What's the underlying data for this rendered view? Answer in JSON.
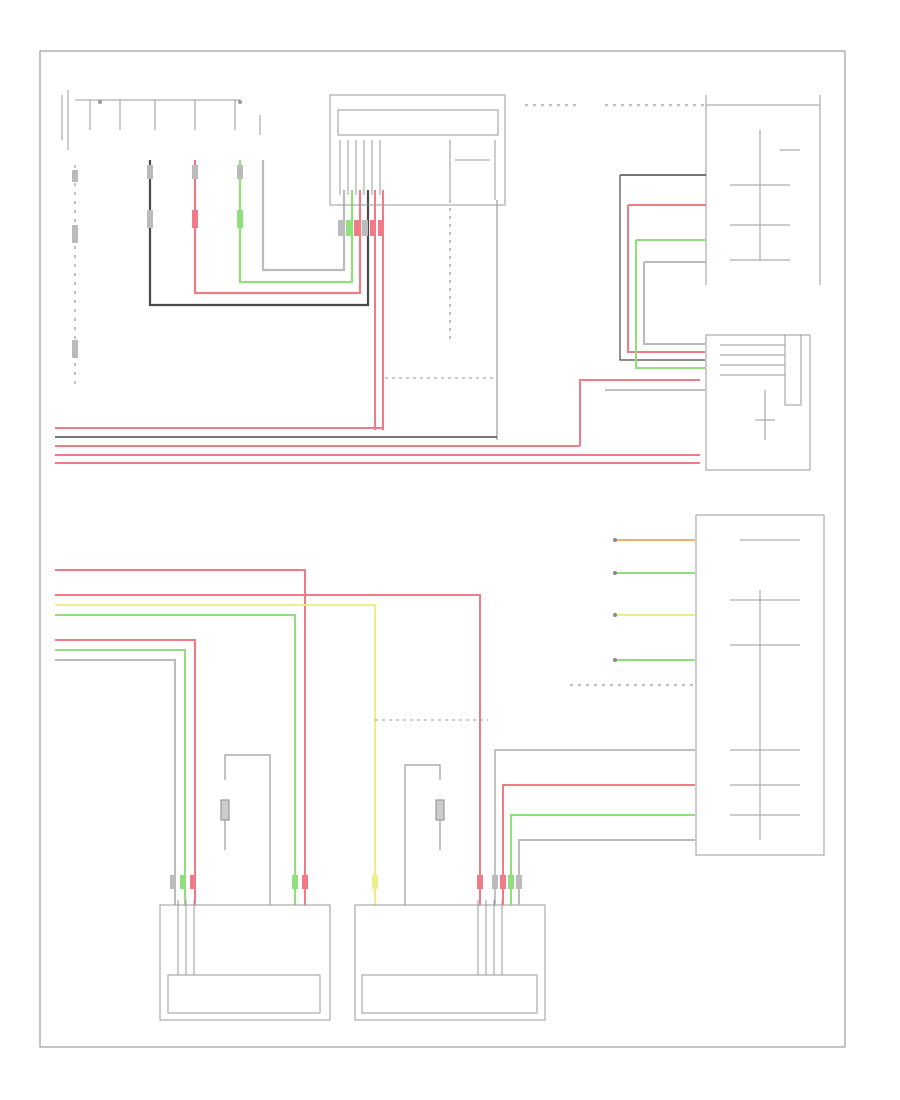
{
  "diagram": {
    "footer": "",
    "components": [
      {
        "id": "left-rear-switch",
        "label": ""
      },
      {
        "id": "left-rear-motor",
        "label": ""
      },
      {
        "id": "right-rear-switch",
        "label": ""
      },
      {
        "id": "right-rear-motor",
        "label": ""
      },
      {
        "id": "right-front-switch",
        "label": ""
      },
      {
        "id": "left-front-motor",
        "label": ""
      },
      {
        "id": "right-front-motor",
        "label": ""
      }
    ]
  },
  "colors": {
    "grey": "#9a9a9a",
    "dark": "#4a4a4a",
    "red": "#f07a86",
    "green": "#8fe07a",
    "yellow": "#eeee88",
    "orange": "#f0b070",
    "outline": "#8a8a8a"
  }
}
